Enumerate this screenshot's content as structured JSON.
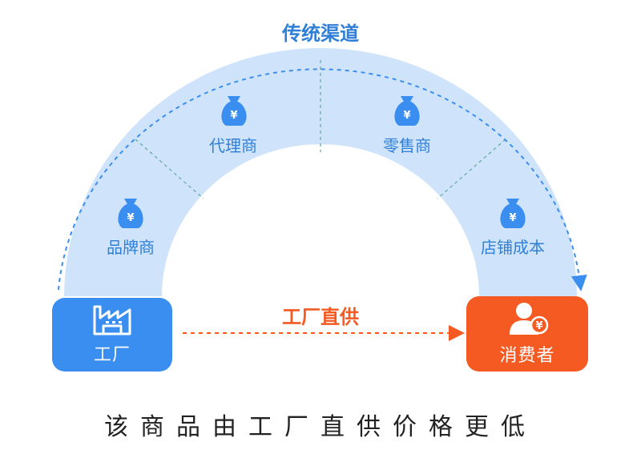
{
  "traditional_channel_label": "传统渠道",
  "arc_segments": [
    {
      "label": "品牌商",
      "icon": "money-bag-icon"
    },
    {
      "label": "代理商",
      "icon": "money-bag-icon"
    },
    {
      "label": "零售商",
      "icon": "money-bag-icon"
    },
    {
      "label": "店铺成本",
      "icon": "money-bag-icon"
    }
  ],
  "factory": {
    "label": "工厂",
    "icon": "factory-icon"
  },
  "consumer": {
    "label": "消费者",
    "icon": "consumer-yen-icon"
  },
  "direct_supply_label": "工厂直供",
  "caption": "该商品由工厂直供价格更低",
  "colors": {
    "arc_fill": "#cfe4fa",
    "blue": "#3a8ef0",
    "orange": "#f45a22",
    "arc_label": "#2f7fd8",
    "divider": "#5fa89c"
  }
}
